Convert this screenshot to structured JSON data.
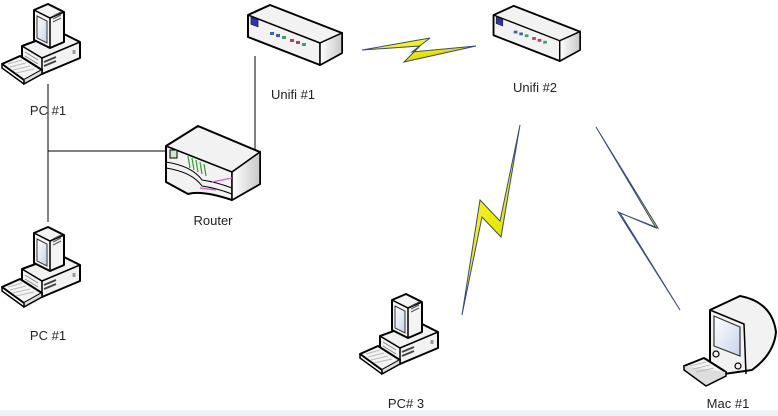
{
  "diagram": {
    "title": "Home network topology",
    "nodes": [
      {
        "id": "pc1_top",
        "type": "pc",
        "label": "PC #1"
      },
      {
        "id": "pc1_bottom",
        "type": "pc",
        "label": "PC #1"
      },
      {
        "id": "router",
        "type": "router",
        "label": "Router"
      },
      {
        "id": "unifi1",
        "type": "access-point",
        "label": "Unifi #1"
      },
      {
        "id": "unifi2",
        "type": "access-point",
        "label": "Unifi #2"
      },
      {
        "id": "pc3",
        "type": "pc",
        "label": "PC# 3"
      },
      {
        "id": "mac1",
        "type": "mac",
        "label": "Mac #1"
      }
    ],
    "links": [
      {
        "from": "pc1_top",
        "to": "router",
        "kind": "wired"
      },
      {
        "from": "pc1_bottom",
        "to": "router",
        "kind": "wired"
      },
      {
        "from": "router",
        "to": "unifi1",
        "kind": "wired"
      },
      {
        "from": "unifi1",
        "to": "unifi2",
        "kind": "wireless"
      },
      {
        "from": "unifi2",
        "to": "pc3",
        "kind": "wireless"
      },
      {
        "from": "unifi2",
        "to": "mac1",
        "kind": "wireless"
      }
    ],
    "colors": {
      "bolt_fill": "#f2f200",
      "bolt_edge": "#3a4a7a",
      "wire": "#000000",
      "device_body": "#f2f2f2",
      "screen": "#d8e4f4",
      "router_led": "#2ea02e",
      "router_accent": "#d060d0",
      "unifi_port_blue": "#3030c0"
    }
  }
}
